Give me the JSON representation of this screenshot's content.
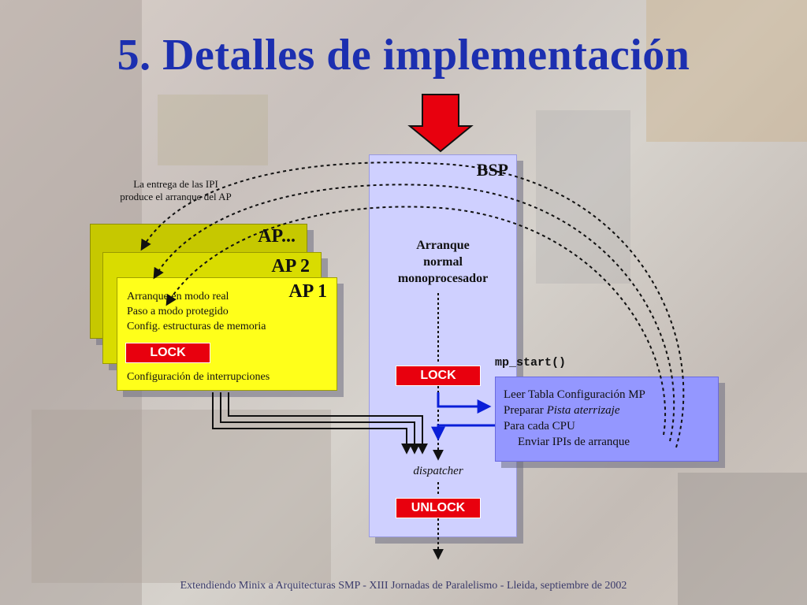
{
  "slide": {
    "title": "5. Detalles de implementación",
    "footer": "Extendiendo Minix a Arquitecturas SMP - XIII Jornadas de Paralelismo - Lleida, septiembre de 2002"
  },
  "bsp": {
    "label": "BSP",
    "text": [
      "Arranque",
      "normal",
      "monoprocesador"
    ],
    "lock": "LOCK",
    "unlock": "UNLOCK",
    "dispatcher": "dispatcher"
  },
  "aps": {
    "back_label": "AP...",
    "mid_label": "AP 2",
    "front_label": "AP 1",
    "lines": [
      "Arranque en modo real",
      "Paso a modo protegido",
      "Config. estructuras de memoria"
    ],
    "lock": "LOCK",
    "last_line": "Configuración de interrupciones"
  },
  "mp_start": {
    "call": "mp_start()",
    "lines": [
      "Leer  Tabla Configuración MP",
      "Preparar ",
      "Para cada CPU",
      "Enviar IPIs de arranque"
    ],
    "italic": "Pista aterrizaje"
  },
  "ipi_note": [
    "La entrega de las IPI",
    "produce el arranque del AP"
  ],
  "colors": {
    "title": "#1c2fb0",
    "bsp": "#cfd0ff",
    "ap": "#ffff1a",
    "mp": "#9497ff",
    "lock": "#e8000e",
    "arrow_blue": "#0a1ed8",
    "entry_arrow": "#e8000e"
  }
}
